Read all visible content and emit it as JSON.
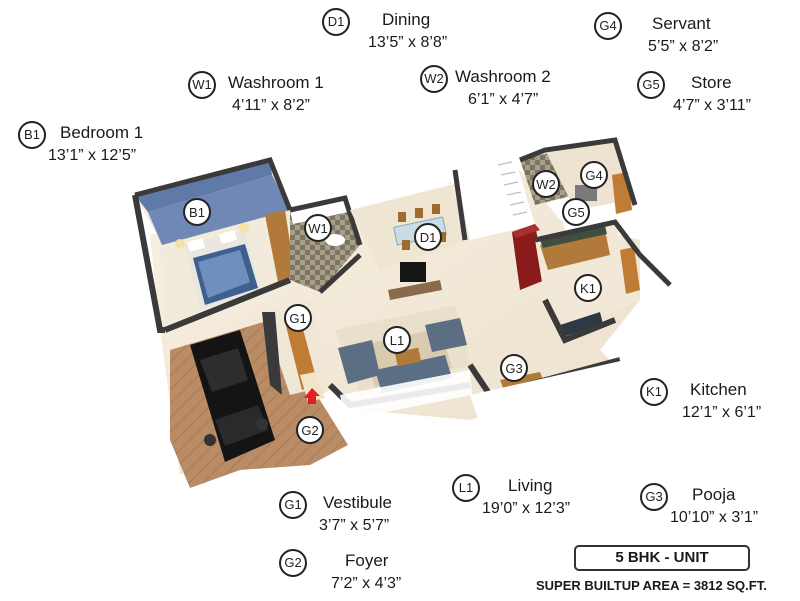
{
  "rooms": [
    {
      "code": "D1",
      "name": "Dining",
      "dim": "13’5” x 8’8”"
    },
    {
      "code": "G4",
      "name": "Servant",
      "dim": "5’5” x 8’2”"
    },
    {
      "code": "W1",
      "name": "Washroom 1",
      "dim": "4’11” x 8’2”"
    },
    {
      "code": "W2",
      "name": "Washroom 2",
      "dim": "6’1” x 4’7”"
    },
    {
      "code": "G5",
      "name": "Store",
      "dim": "4’7” x 3’11”"
    },
    {
      "code": "B1",
      "name": "Bedroom 1",
      "dim": "13’1” x 12’5”"
    },
    {
      "code": "K1",
      "name": "Kitchen",
      "dim": "12’1” x 6’1”"
    },
    {
      "code": "L1",
      "name": "Living",
      "dim": "19’0” x 12’3”"
    },
    {
      "code": "G1",
      "name": "Vestibule",
      "dim": "3’7” x 5’7”"
    },
    {
      "code": "G3",
      "name": "Pooja",
      "dim": "10’10” x 3’1”"
    },
    {
      "code": "G2",
      "name": "Foyer",
      "dim": "7’2” x 4’3”"
    }
  ],
  "plan_markers": [
    "B1",
    "W1",
    "D1",
    "W2",
    "G4",
    "G5",
    "K1",
    "G1",
    "L1",
    "G3",
    "G2"
  ],
  "unit_type": "5 BHK - UNIT",
  "super_builtup_area": "SUPER BUILTUP AREA = 3812 SQ.FT.",
  "colors": {
    "floor": "#f3ebdd",
    "wall_top": "#4a4a4a",
    "wall_face": "#ffffff",
    "bedroom_wall": "#5f7aa8",
    "wood": "#c98a3d",
    "fridge": "#8b1a1a",
    "sofa": "#5b6e83",
    "car": "#141414",
    "paving": "#b98c66",
    "arrow": "#e02020"
  }
}
